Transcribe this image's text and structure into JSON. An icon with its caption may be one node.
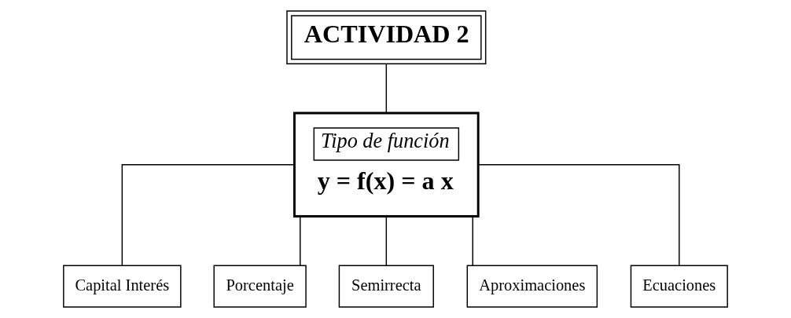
{
  "diagram": {
    "nodes": [
      {
        "text": [
          "ACTIVIDAD 2"
        ]
      },
      {
        "text": [
          "Tipo de función",
          "y = f(x) = a x"
        ]
      },
      {
        "text": [
          "Capital Interés"
        ]
      },
      {
        "text": [
          "Porcentaje"
        ]
      },
      {
        "text": [
          "Semirrecta"
        ]
      },
      {
        "text": [
          "Aproximaciones"
        ]
      },
      {
        "text": [
          "Ecuaciones"
        ]
      }
    ],
    "edges": [
      {
        "from": 0,
        "to": 1,
        "arrow": "none"
      },
      {
        "from": 1,
        "to": 2,
        "arrow": "none"
      },
      {
        "from": 1,
        "to": 3,
        "arrow": "none"
      },
      {
        "from": 1,
        "to": 4,
        "arrow": "none"
      },
      {
        "from": 1,
        "to": 5,
        "arrow": "none"
      },
      {
        "from": 1,
        "to": 6,
        "arrow": "none"
      }
    ]
  }
}
